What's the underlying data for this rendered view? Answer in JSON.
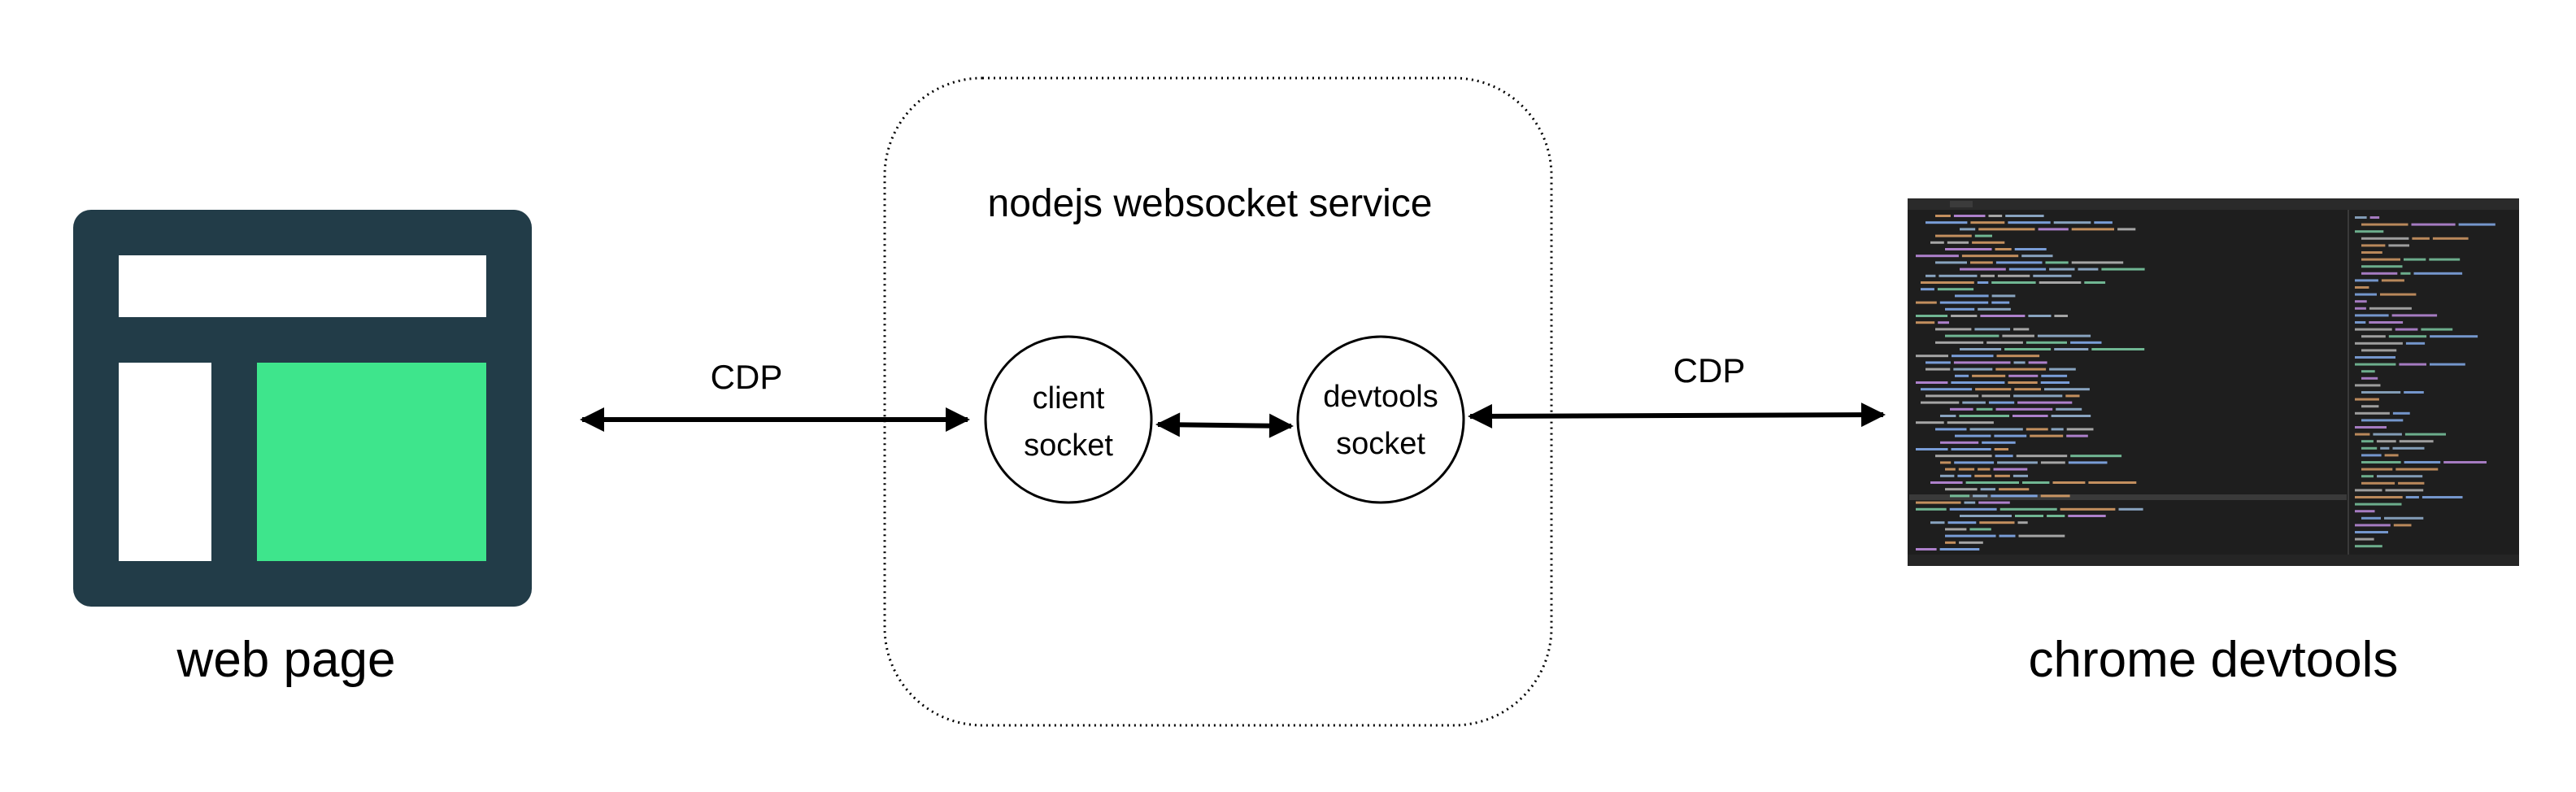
{
  "diagram": {
    "service": {
      "title": "nodejs websocket service"
    },
    "web_page": {
      "label": "web page"
    },
    "devtools": {
      "label": "chrome devtools"
    },
    "client_socket": {
      "line1": "client",
      "line2": "socket"
    },
    "devtools_socket": {
      "line1": "devtools",
      "line2": "socket"
    },
    "edges": {
      "left": "CDP",
      "right": "CDP"
    }
  },
  "colors": {
    "browser_frame": "#223c48",
    "browser_content": "#3ee58c",
    "browser_bar": "#ffffff",
    "devtools_bg": "#1e1e1e",
    "devtools_toolbar": "#2a2a2a",
    "devtools_accent": "#5ea0ff"
  },
  "icons": {
    "web_page": "browser-window-icon",
    "devtools": "devtools-screenshot-thumbnail"
  }
}
